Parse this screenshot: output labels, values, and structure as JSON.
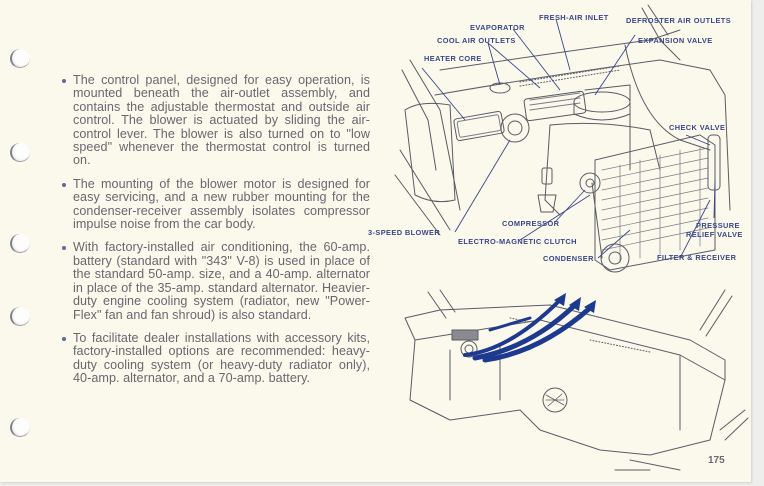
{
  "page": {
    "page_number": "175",
    "binder_holes": [
      58,
      152,
      243,
      316,
      427
    ]
  },
  "body_text": {
    "paragraphs": [
      "The control panel, designed for easy operation, is mounted beneath the air-outlet assembly, and contains the adjustable thermostat and outside air control. The blower is actuated by sliding the air-control lever. The blower is also turned on to \"low speed\" whenever the thermostat control is turned on.",
      "The mounting of the blower motor is designed for easy servicing, and a new rubber mounting for the condenser-receiver assembly isolates compressor impulse noise from the car body.",
      "With factory-installed air conditioning, the 60-amp. battery (standard with \"343\" V-8) is used in place of the standard 50-amp. size, and a 40-amp. alternator in place of the 35-amp. standard alternator. Heavier-duty engine cooling system (radiator, new \"Power-Flex\" fan and fan shroud) is also standard.",
      "To facilitate dealer installations with accessory kits, factory-installed options are recommended: heavy-duty cooling system (or heavy-duty radiator only), 40-amp. alternator, and a 70-amp. battery."
    ]
  },
  "diagram_top": {
    "labels": {
      "fresh_air_inlet": "FRESH-AIR INLET",
      "defroster_air_outlets": "DEFROSTER AIR OUTLETS",
      "evaporator": "EVAPORATOR",
      "cool_air_outlets": "COOL AIR OUTLETS",
      "expansion_valve": "EXPANSION VALVE",
      "heater_core": "HEATER CORE",
      "check_valve": "CHECK VALVE",
      "three_speed_blower": "3-SPEED BLOWER",
      "compressor": "COMPRESSOR",
      "pressure": "PRESSURE",
      "relief_valve": "RELIEF VALVE",
      "electro_magnetic_clutch": "ELECTRO-MAGNETIC CLUTCH",
      "condenser": "CONDENSER",
      "filter_receiver": "FILTER & RECEIVER"
    }
  },
  "diagram_bottom": {
    "description": "Instrument panel with blue airflow arrows from outlets"
  },
  "colors": {
    "page_background": "#fbf8ec",
    "body_text": "#67686f",
    "label_text": "#3a4788",
    "line_art": "#5a5c66",
    "airflow_arrows": "#1d3a8f"
  }
}
